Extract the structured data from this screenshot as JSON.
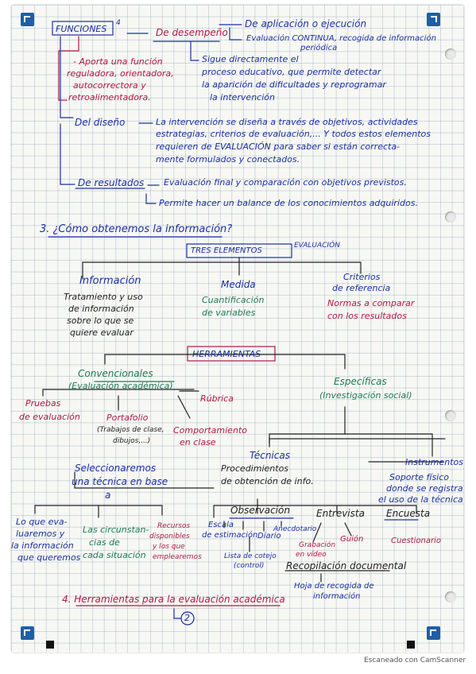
{
  "header": {
    "funciones": "FUNCIONES",
    "sup": "4",
    "desempeno": "De desempeño",
    "aplicacion": "De aplicación o ejecución",
    "evaluacion_continua": "Evaluación CONTINUA, recogida de información",
    "periodica": "periódica",
    "sigue_1": "Sigue directamente el",
    "sigue_2": "proceso educativo, que permite detectar",
    "sigue_3": "la aparición de dificultades y reprogramar",
    "sigue_4": "la intervención",
    "aporta_1": "- Aporta una función",
    "aporta_2": "reguladora, orientadora,",
    "aporta_3": "autocorrectora y",
    "aporta_4": "retroalimentadora."
  },
  "diseno": {
    "label": "Del diseño",
    "line_1": "La intervención se diseña a través de objetivos, actividades",
    "line_2": "estrategias, criterios de evaluación,... Y todos estos elementos",
    "line_3": "requieren de EVALUACIÓN para saber si están correcta-",
    "line_4": "mente formulados y conectados."
  },
  "resultados": {
    "label": "De resultados",
    "line_1": "Evaluación final y comparación con objetivos previstos.",
    "line_2": "Permite hacer un balance de los conocimientos adquiridos."
  },
  "q3": {
    "title": "3. ¿Cómo obtenemos la información?",
    "tres": "TRES ELEMENTOS",
    "evaluacion": "EVALUACIÓN",
    "informacion": "Información",
    "info_1": "Tratamiento y uso",
    "info_2": "de información",
    "info_3": "sobre lo que se",
    "info_4": "quiere evaluar",
    "medida": "Medida",
    "medida_1": "Cuantificación",
    "medida_2": "de variables",
    "criterios_1": "Criterios",
    "criterios_2": "de referencia",
    "normas_1": "Normas a comparar",
    "normas_2": "con los resultados",
    "herramientas": "HERRAMIENTAS",
    "convencionales": "Convencionales",
    "conv_sub": "(Evaluación académica)",
    "especificas": "Específicas",
    "esp_sub": "(Investigación social)",
    "rubrica": "Rúbrica",
    "pruebas_1": "Pruebas",
    "pruebas_2": "de evaluación",
    "portafolio": "Portafolio",
    "port_1": "(Trabajos de clase,",
    "port_2": "dibujos,...)",
    "comp_1": "Comportamiento",
    "comp_2": "en clase",
    "tecnicas": "Técnicas",
    "tec_1": "Procedimientos",
    "tec_2": "de obtención de info.",
    "instrumentos": "Instrumentos",
    "inst_1": "Soporte físico",
    "inst_2": "donde se registra",
    "inst_3": "el uso de la técnica",
    "sel_1": "Seleccionaremos",
    "sel_2": "una técnica en base",
    "sel_3": "a",
    "loque_1": "Lo que eva-",
    "loque_2": "luaremos y",
    "loque_3": "la información",
    "loque_4": "que queremos",
    "circ_1": "Las circunstan-",
    "circ_2": "cias de",
    "circ_3": "cada situación",
    "rec_1": "Recursos",
    "rec_2": "disponibles",
    "rec_3": "y los que",
    "rec_4": "emplearemos",
    "observacion": "Observación",
    "entrevista": "Entrevista",
    "encuesta": "Encuesta",
    "escala_1": "Escala",
    "escala_2": "de estimación",
    "diario": "Diario",
    "anecdotario": "Anecdotario",
    "lista_1": "Lista de cotejo",
    "lista_2": "(control)",
    "grab_1": "Grabación",
    "grab_2": "en vídeo",
    "guion": "Guión",
    "cuestionario": "Cuestionario",
    "recop": "Recopilación documental",
    "hoja_1": "Hoja de recogida de",
    "hoja_2": "información"
  },
  "q4": {
    "title": "4. Herramientas para la evaluación académica",
    "ref": "2"
  },
  "footer": "Escaneado con CamScanner"
}
